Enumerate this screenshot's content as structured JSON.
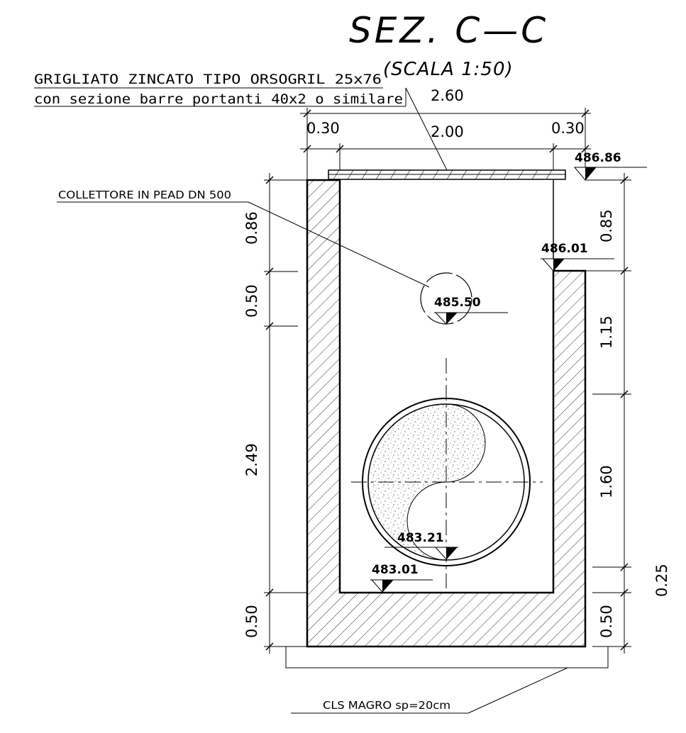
{
  "title": "SEZ. C—C",
  "scale": "(SCALA 1:50)",
  "notes": {
    "grating_line1": "GRIGLIATO ZINCATO TIPO ORSOGRIL 25x76",
    "grating_line2": "con sezione barre portanti 40x2 o similare",
    "collector": "COLLETTORE IN PEAD DN 500",
    "lean_concrete": "CLS MAGRO sp=20cm"
  },
  "dimensions": {
    "total_width": "2.60",
    "wall_left": "0.30",
    "inner_width": "2.00",
    "wall_right": "0.30",
    "left_top": "0.86",
    "left_mid": "0.50",
    "left_main": "2.49",
    "left_base": "0.50",
    "right_top": "0.85",
    "right_upper": "1.15",
    "right_lower": "1.60",
    "right_base": "0.50",
    "right_offset": "0.25"
  },
  "elevations": {
    "top": "486.86",
    "right_step": "486.01",
    "collector": "485.50",
    "pipe_invert": "483.21",
    "floor": "483.01"
  }
}
